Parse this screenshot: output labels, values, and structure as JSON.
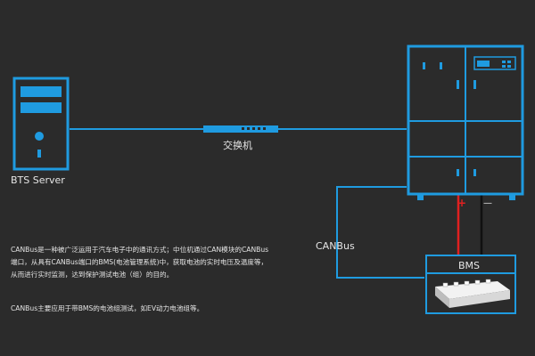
{
  "labels": {
    "server": "BTS Server",
    "switch": "交换机",
    "bus": "CANBus",
    "bms": "BMS",
    "plus": "+",
    "minus": "—"
  },
  "description": {
    "p1": "CANBus是一种被广泛运用于汽车电子中的通讯方式；中位机通过CAN模块的CANBus端口，从具有CANBus端口的BMS(电池管理系统)中，获取电池的实时电压及温度等，从而进行实时监测，达到保护测试电池（组）的目的。",
    "p2": "CANBus主要应用于带BMS的电池组测试，如EV动力电池组等。"
  },
  "colors": {
    "background": "#2b2b2b",
    "accent": "#1f9be0",
    "positive": "#e02020",
    "negative": "#111111",
    "text": "#e6e6e6"
  }
}
